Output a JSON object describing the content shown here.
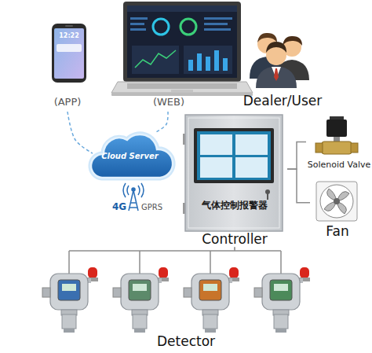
{
  "diagram": {
    "nodes": [
      {
        "text": [
          "12:22",
          "(APP)"
        ]
      },
      {
        "text": [
          "(WEB)"
        ]
      },
      {
        "text": [
          "Dealer/User"
        ]
      },
      {
        "text": [
          "Cloud Server"
        ]
      },
      {
        "text": [
          "气体控制报警器",
          "Controller"
        ]
      },
      {
        "text": [
          "Solenoid Valve"
        ]
      },
      {
        "text": [
          "Fan"
        ]
      },
      {
        "text": [
          "Detector"
        ]
      }
    ],
    "edges": [
      {
        "from": 0,
        "to": 3,
        "arrow": "none"
      },
      {
        "from": 1,
        "to": 3,
        "arrow": "none"
      },
      {
        "from": 4,
        "to": 5,
        "arrow": "none"
      },
      {
        "from": 4,
        "to": 6,
        "arrow": "none"
      },
      {
        "from": 4,
        "to": 7,
        "arrow": "none"
      }
    ],
    "labels": [
      "4G",
      "GPRS"
    ]
  }
}
